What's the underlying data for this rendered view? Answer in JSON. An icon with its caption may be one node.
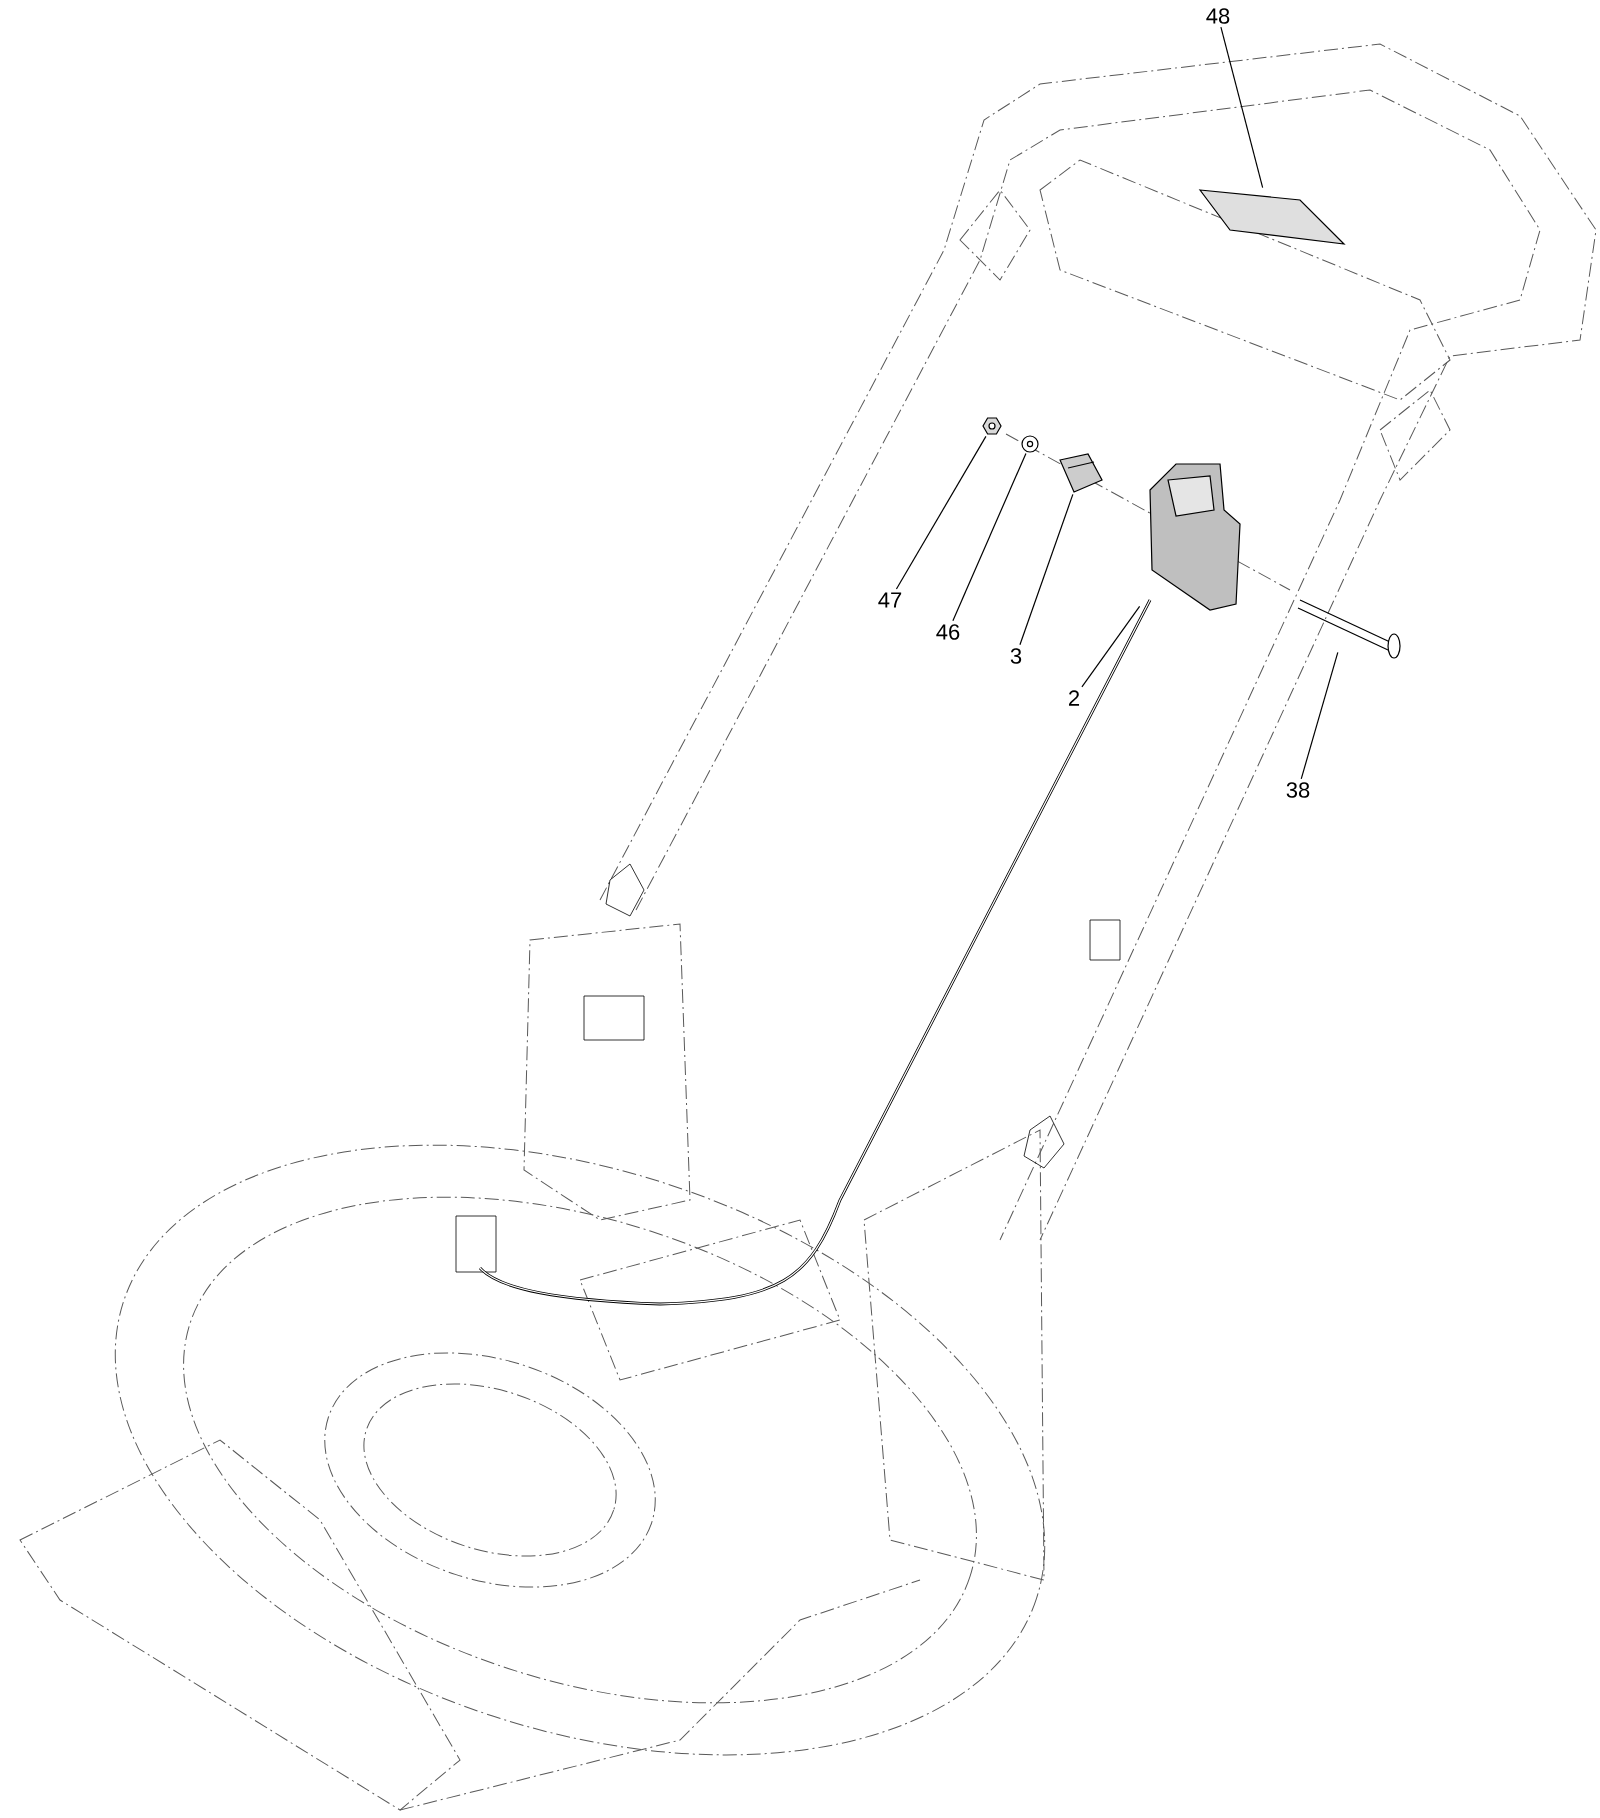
{
  "diagram": {
    "nodes": [
      {
        "text": [
          "48"
        ]
      },
      {
        "text": [
          "47"
        ]
      },
      {
        "text": [
          "46"
        ]
      },
      {
        "text": [
          "3"
        ]
      },
      {
        "text": [
          "2"
        ]
      },
      {
        "text": [
          "38"
        ]
      },
      {
        "text": [],
        "shape": "picture"
      },
      {
        "text": [],
        "shape": "picture"
      },
      {
        "text": [],
        "shape": "picture"
      },
      {
        "text": [],
        "shape": "picture"
      },
      {
        "text": [],
        "shape": "picture"
      },
      {
        "text": [],
        "shape": "picture"
      }
    ],
    "edges": [
      {
        "from": 0,
        "to": 6,
        "arrow": "none"
      },
      {
        "from": 1,
        "to": 7,
        "arrow": "none"
      },
      {
        "from": 2,
        "to": 8,
        "arrow": "none"
      },
      {
        "from": 3,
        "to": 9,
        "arrow": "none"
      },
      {
        "from": 4,
        "to": 10,
        "arrow": "none"
      },
      {
        "from": 5,
        "to": 11,
        "arrow": "none"
      }
    ]
  }
}
